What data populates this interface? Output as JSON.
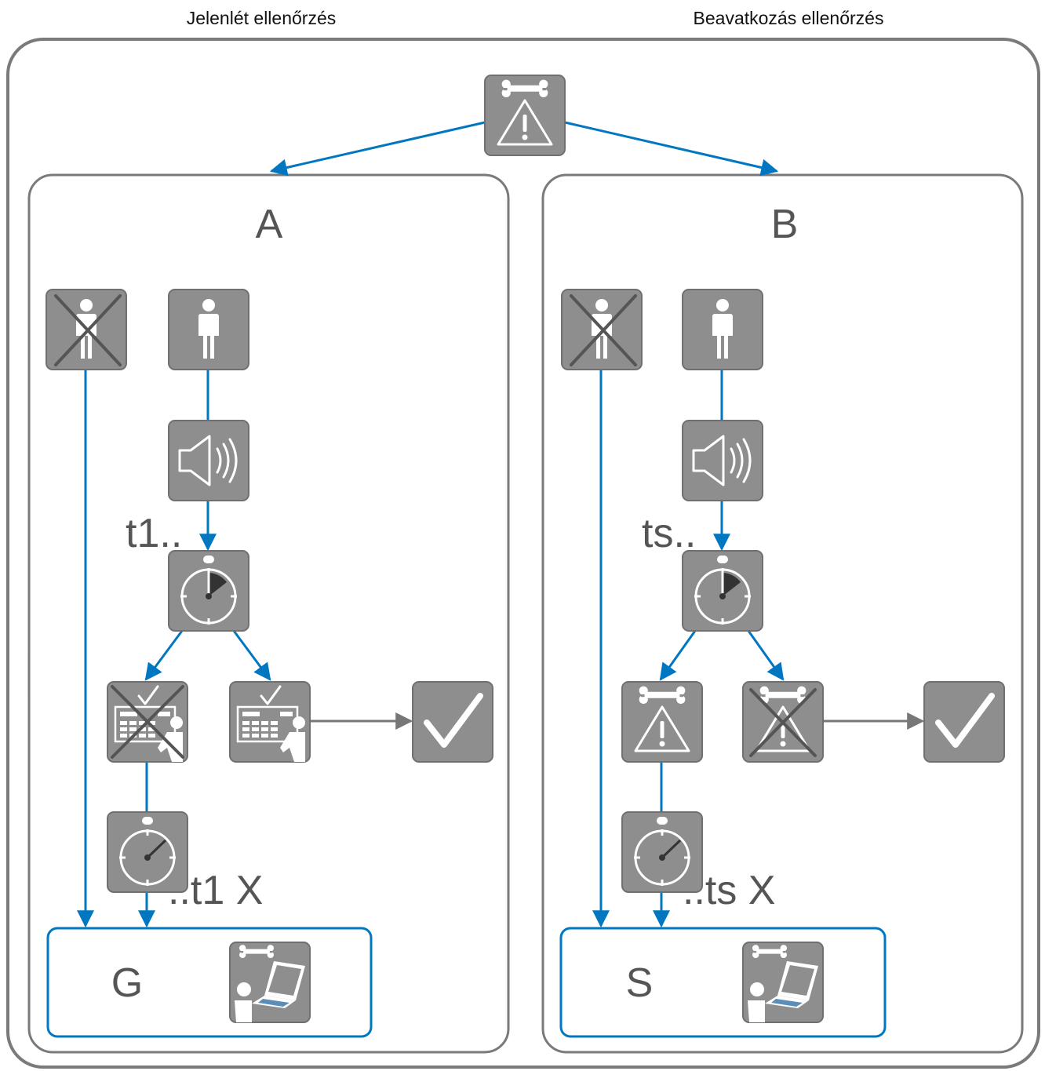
{
  "headers": {
    "left": "Jelenlét ellenőrzés",
    "right": "Beavatkozás ellenőrzés"
  },
  "panels": {
    "a": {
      "label": "A",
      "start_time": "t1..",
      "end_time": "..t1 X",
      "target_label": "G"
    },
    "b": {
      "label": "B",
      "start_time": "ts..",
      "end_time": "..ts X",
      "target_label": "S"
    }
  },
  "colors": {
    "tile": "#8e8e8e",
    "frame": "#7a7a7a",
    "arrow_blue": "#0077c0",
    "arrow_grey": "#777777"
  },
  "icons": [
    "maintenance-warning-icon",
    "person-absent-icon",
    "person-present-icon",
    "speaker-alarm-icon",
    "timer-start-icon",
    "keypad-operator-crossed-icon",
    "keypad-operator-icon",
    "checkmark-icon",
    "timer-expired-icon",
    "maintenance-laptop-icon",
    "maintenance-warning-crossed-icon"
  ]
}
